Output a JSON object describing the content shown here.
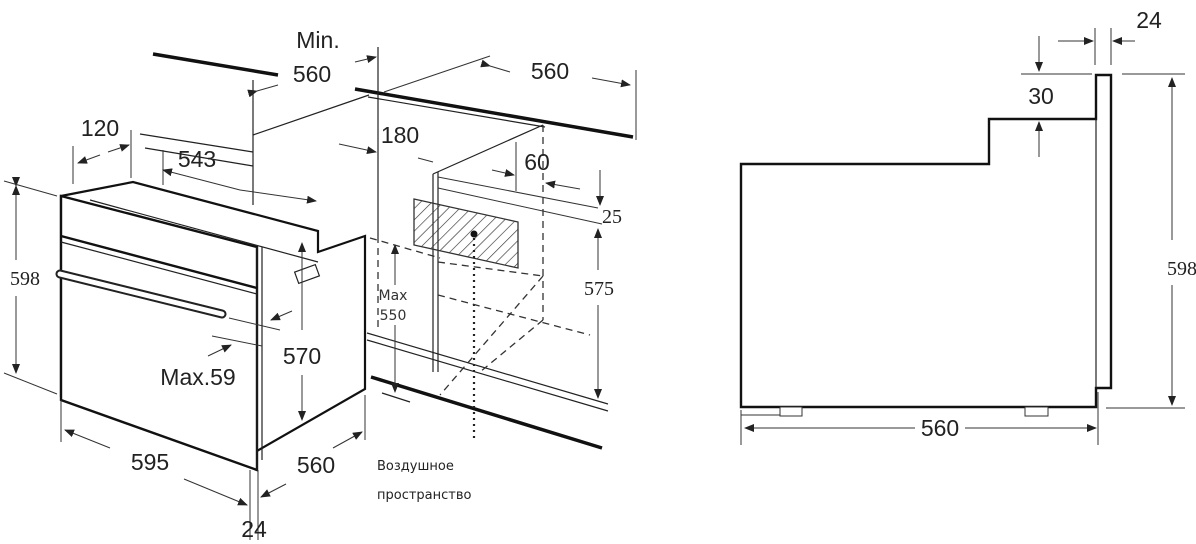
{
  "install_view": {
    "min_label": "Min.",
    "min_width": "560",
    "cabinet_depth": "560",
    "rear_gap": "120",
    "top_depth": "543",
    "cutout_offset": "180",
    "back_gap": "60",
    "top_gap": "25",
    "oven_height": "598",
    "niche_height": "575",
    "body_height": "570",
    "max_label": "Max",
    "max_height": "550",
    "handle_depth": "Max.59",
    "oven_width": "595",
    "oven_depth": "560",
    "front_thickness": "24",
    "air_space_line1": "Воздушное",
    "air_space_line2": "пространство"
  },
  "side_view": {
    "front_thickness": "24",
    "step_height": "30",
    "height": "598",
    "depth": "560"
  }
}
